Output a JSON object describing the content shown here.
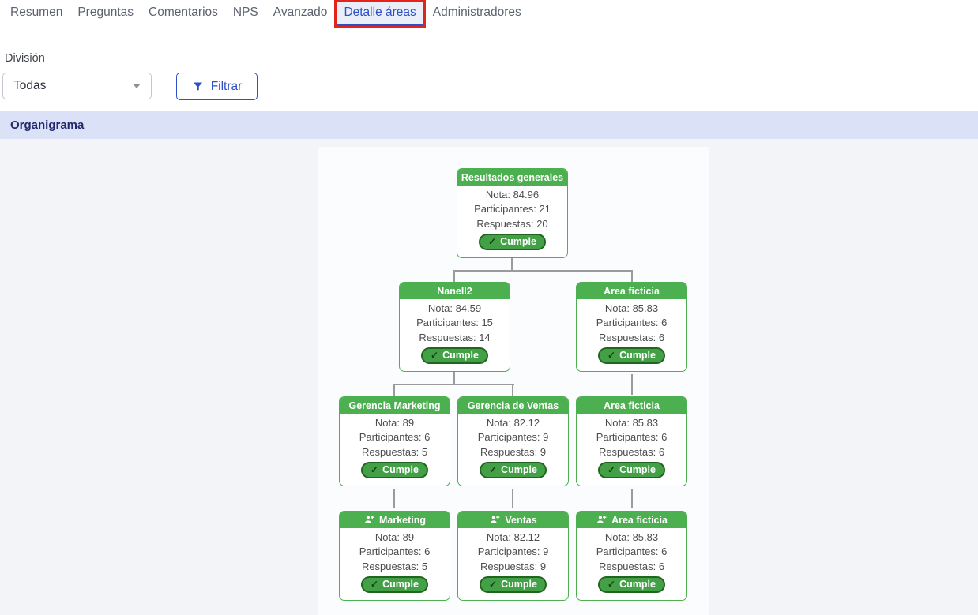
{
  "nav": {
    "tabs": [
      {
        "label": "Resumen",
        "active": false
      },
      {
        "label": "Preguntas",
        "active": false
      },
      {
        "label": "Comentarios",
        "active": false
      },
      {
        "label": "NPS",
        "active": false
      },
      {
        "label": "Avanzado",
        "active": false
      },
      {
        "label": "Detalle áreas",
        "active": true,
        "annotated": true
      },
      {
        "label": "Administradores",
        "active": false
      }
    ]
  },
  "filter": {
    "division_label": "División",
    "division_value": "Todas",
    "filter_button_label": "Filtrar"
  },
  "section_title": "Organigrama",
  "org": {
    "labels": {
      "nota": "Nota:",
      "participantes": "Participantes:",
      "respuestas": "Respuestas:"
    },
    "nodes": [
      {
        "title": "Resultados generales",
        "nota": "84.96",
        "participantes": "21",
        "respuestas": "20",
        "badge": "Cumple"
      },
      {
        "title": "Nanell2",
        "nota": "84.59",
        "participantes": "15",
        "respuestas": "14",
        "badge": "Cumple"
      },
      {
        "title": "Area ficticia",
        "nota": "85.83",
        "participantes": "6",
        "respuestas": "6",
        "badge": "Cumple"
      },
      {
        "title": "Gerencia Marketing",
        "nota": "89",
        "participantes": "6",
        "respuestas": "5",
        "badge": "Cumple"
      },
      {
        "title": "Gerencia de Ventas",
        "nota": "82.12",
        "participantes": "9",
        "respuestas": "9",
        "badge": "Cumple"
      },
      {
        "title": "Area ficticia",
        "nota": "85.83",
        "participantes": "6",
        "respuestas": "6",
        "badge": "Cumple"
      },
      {
        "title": "Marketing",
        "nota": "89",
        "participantes": "6",
        "respuestas": "5",
        "badge": "Cumple",
        "icon": "user-add-icon"
      },
      {
        "title": "Ventas",
        "nota": "82.12",
        "participantes": "9",
        "respuestas": "9",
        "badge": "Cumple",
        "icon": "user-add-icon"
      },
      {
        "title": "Area ficticia",
        "nota": "85.83",
        "participantes": "6",
        "respuestas": "6",
        "badge": "Cumple",
        "icon": "user-add-icon"
      }
    ]
  },
  "colors": {
    "node_green": "#4caf50",
    "badge_green": "#43a047",
    "badge_border": "#20661f",
    "accent_blue": "#2e4fc5",
    "annotation_red": "#e1251b",
    "connector_gray": "#9b9b9b",
    "section_bg": "#dbe1f7"
  }
}
